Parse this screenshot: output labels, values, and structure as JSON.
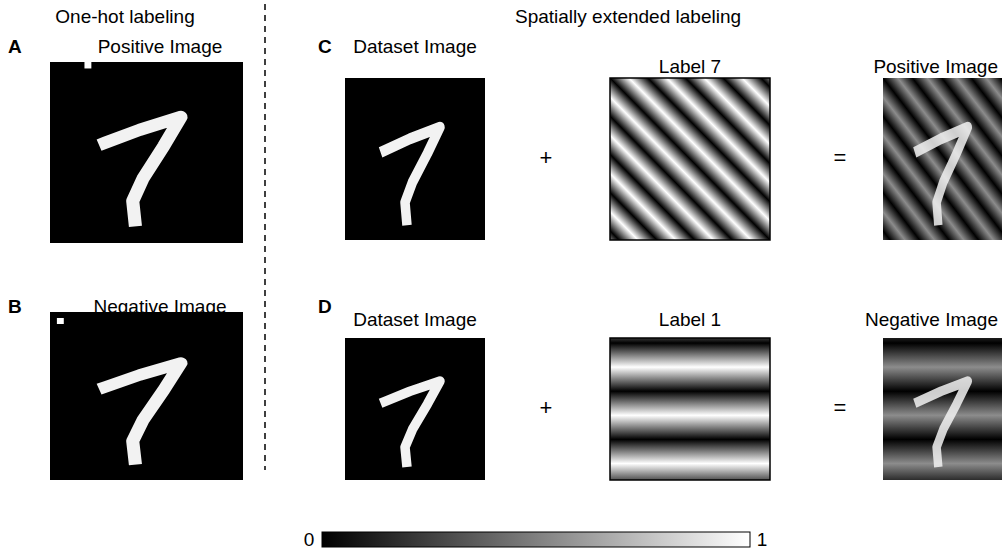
{
  "diagram": {
    "labels": [
      "One-hot labeling",
      "Spatially extended labeling",
      "A",
      "Positive Image",
      "B",
      "Negative Image",
      "C",
      "Dataset Image",
      "Label 7",
      "Positive Image",
      "D",
      "Dataset Image",
      "Label 1",
      "Negative Image",
      "+",
      "=",
      "+",
      "=",
      "0",
      "1"
    ]
  }
}
